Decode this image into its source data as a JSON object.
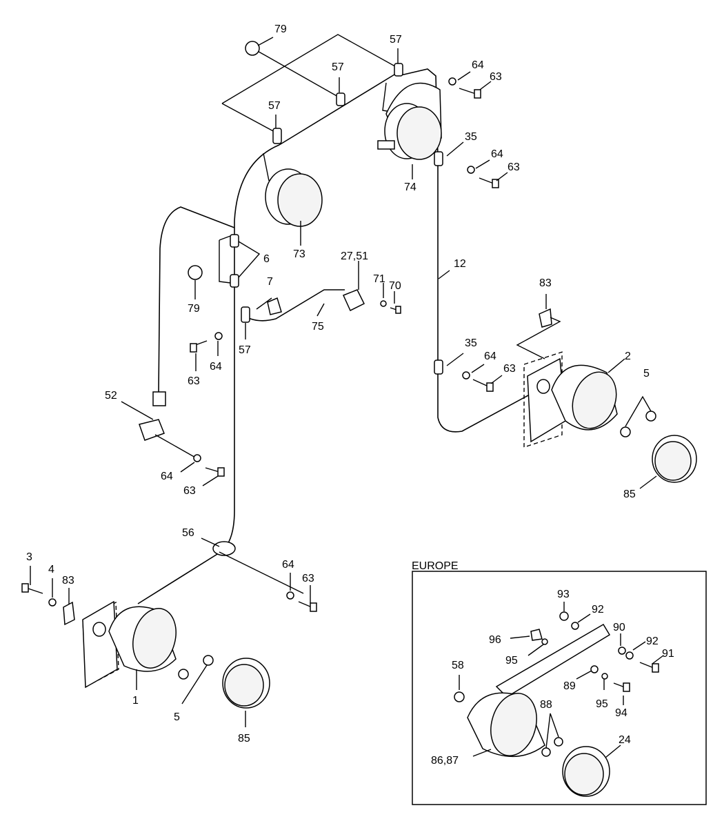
{
  "section": {
    "label": "EUROPE"
  },
  "callouts": [
    {
      "text": "79"
    },
    {
      "text": "57"
    },
    {
      "text": "57"
    },
    {
      "text": "64"
    },
    {
      "text": "63"
    },
    {
      "text": "57"
    },
    {
      "text": "35"
    },
    {
      "text": "64"
    },
    {
      "text": "63"
    },
    {
      "text": "74"
    },
    {
      "text": "73"
    },
    {
      "text": "6"
    },
    {
      "text": "79"
    },
    {
      "text": "7"
    },
    {
      "text": "27,51"
    },
    {
      "text": "71"
    },
    {
      "text": "70"
    },
    {
      "text": "12"
    },
    {
      "text": "75"
    },
    {
      "text": "57"
    },
    {
      "text": "63"
    },
    {
      "text": "64"
    },
    {
      "text": "83"
    },
    {
      "text": "35"
    },
    {
      "text": "64"
    },
    {
      "text": "63"
    },
    {
      "text": "2"
    },
    {
      "text": "5"
    },
    {
      "text": "85"
    },
    {
      "text": "52"
    },
    {
      "text": "64"
    },
    {
      "text": "63"
    },
    {
      "text": "56"
    },
    {
      "text": "3"
    },
    {
      "text": "4"
    },
    {
      "text": "83"
    },
    {
      "text": "64"
    },
    {
      "text": "63"
    },
    {
      "text": "1"
    },
    {
      "text": "5"
    },
    {
      "text": "85"
    },
    {
      "text": "93"
    },
    {
      "text": "92"
    },
    {
      "text": "96"
    },
    {
      "text": "90"
    },
    {
      "text": "92"
    },
    {
      "text": "91"
    },
    {
      "text": "95"
    },
    {
      "text": "58"
    },
    {
      "text": "89"
    },
    {
      "text": "95"
    },
    {
      "text": "94"
    },
    {
      "text": "88"
    },
    {
      "text": "86,87"
    },
    {
      "text": "24"
    }
  ]
}
